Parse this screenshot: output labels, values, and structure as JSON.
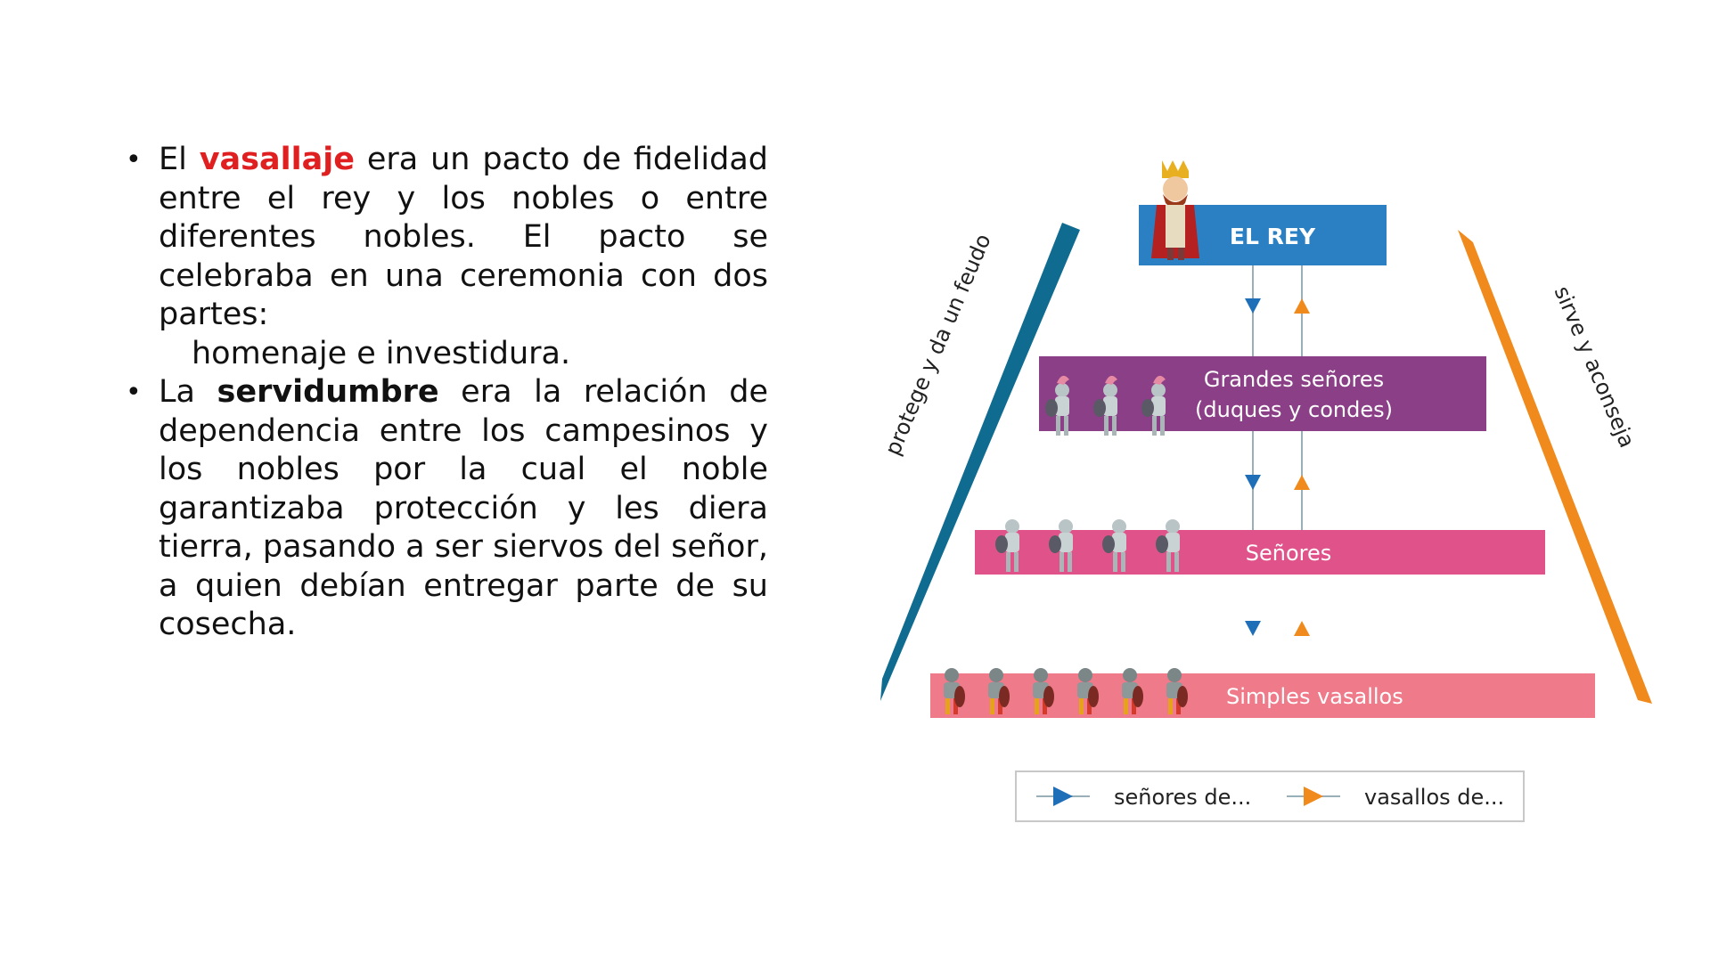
{
  "text": {
    "p1": {
      "before": "El ",
      "keyword": "vasallaje",
      "after": " era un pacto de fidelidad entre el rey y los nobles o entre diferentes nobles. El pacto se celebraba en una ceremonia con dos partes:",
      "sub": "homenaje e investidura."
    },
    "p2": {
      "before": "La ",
      "keyword": "servidumbre",
      "after": " era la relación de dependencia entre los campesinos y los nobles por la cual el noble garantizaba protección y les diera tierra, pasando a ser siervos del señor, a quien debían entregar parte de su cosecha."
    },
    "bullet_char": "•"
  },
  "diagram": {
    "levels": [
      {
        "label": "EL REY",
        "color": "#2b80c4"
      },
      {
        "label_line1": "Grandes señores",
        "label_line2": "(duques y condes)",
        "color": "#8b3f86"
      },
      {
        "label": "Señores",
        "color": "#e0538a"
      },
      {
        "label": "Simples vasallos",
        "color": "#ee7a8a"
      }
    ],
    "left_arrow_label": "protege y da un feudo",
    "right_arrow_label": "sirve y aconseja",
    "left_arrow_color": "#0f6b8f",
    "right_arrow_color": "#f08a1c",
    "down_arrow_color": "#1f6fb8",
    "up_arrow_color": "#f08a1c",
    "legend": {
      "item1": "señores de...",
      "item2": "vasallos de..."
    }
  }
}
